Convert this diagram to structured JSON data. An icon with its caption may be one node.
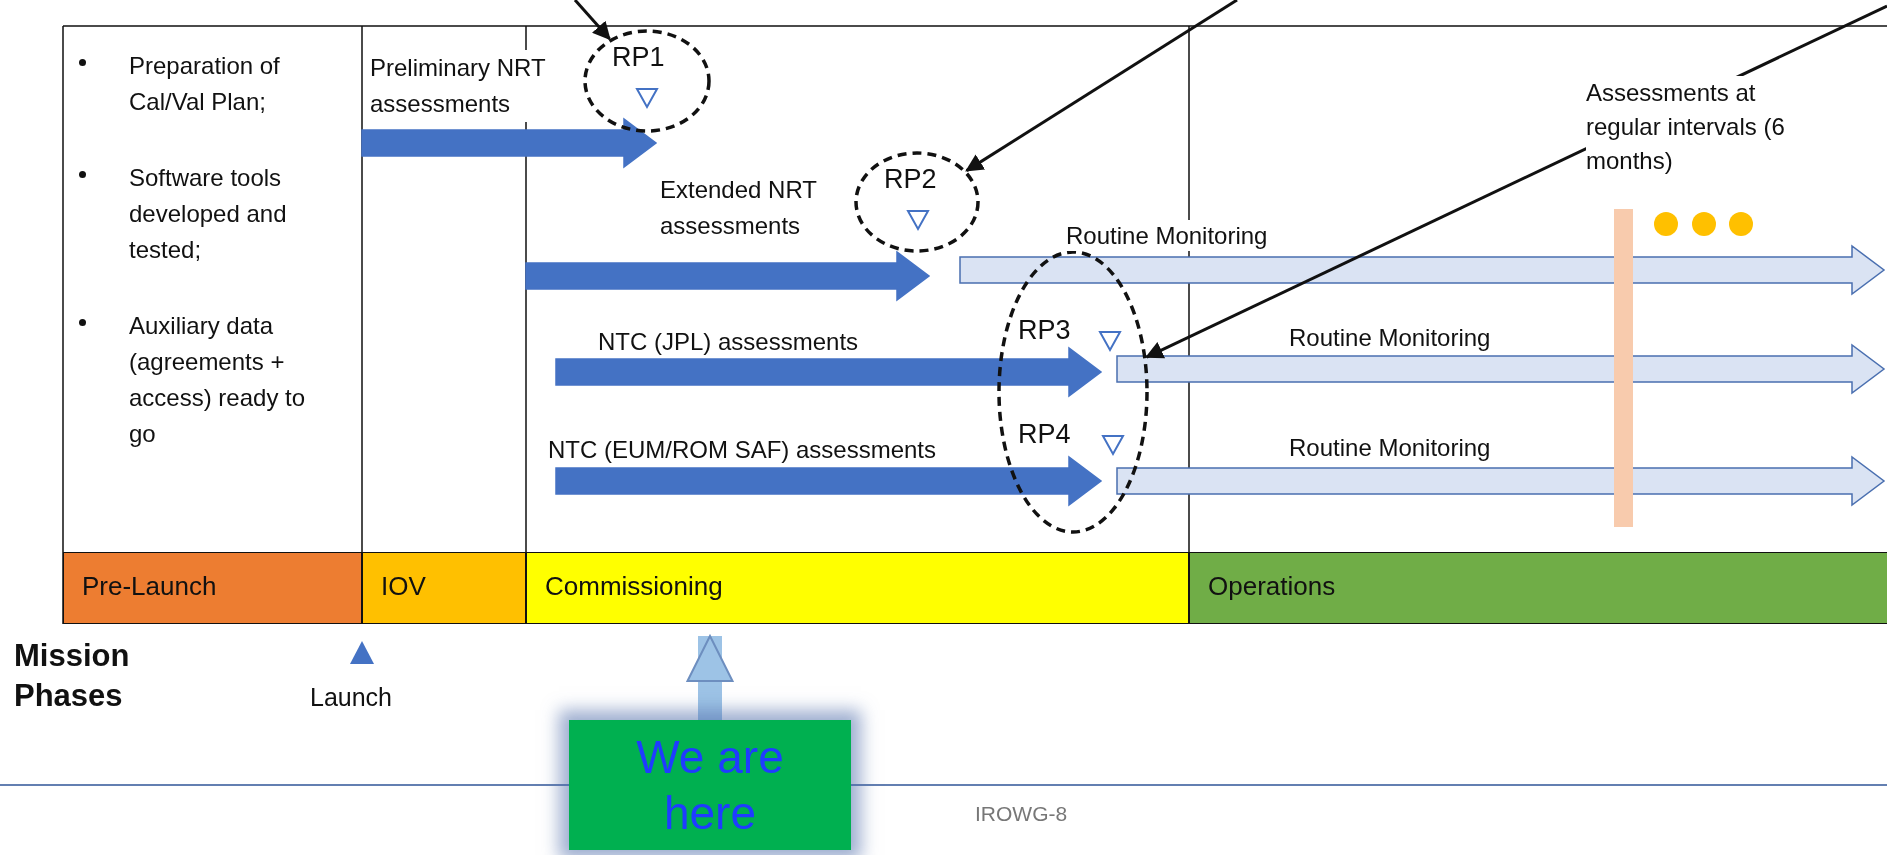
{
  "diagram": {
    "nodes": [
      {
        "text": [
          "RP1"
        ]
      },
      {
        "text": [
          "RP2"
        ]
      },
      {
        "text": [
          "RP3",
          "RP4"
        ]
      },
      {
        "text": [
          "Pre-Launch"
        ]
      },
      {
        "text": [
          "IOV"
        ]
      },
      {
        "text": [
          "Commissioning"
        ]
      },
      {
        "text": [
          "Operations"
        ]
      },
      {
        "text": [
          "We are here"
        ]
      },
      {
        "text": [],
        "shape": "bar"
      }
    ],
    "edges": [
      {
        "from": null,
        "to": 0,
        "arrow": "to"
      },
      {
        "from": null,
        "to": 1,
        "arrow": "to"
      },
      {
        "from": null,
        "to": 2,
        "arrow": "to"
      },
      {
        "from": 7,
        "to": 5,
        "arrow": "to",
        "style": "thick",
        "color": "#9dc3e6"
      }
    ],
    "labels": [
      "Preparation of Cal/Val Plan;",
      "Software tools developed and tested;",
      "Auxiliary data (agreements + access) ready to go",
      "Preliminary NRT assessments",
      "Assessments at regular intervals (6 months)",
      "Extended NRT assessments",
      "Routine Monitoring",
      "NTC (JPL) assessments",
      "Routine Monitoring",
      "NTC (EUM/ROM SAF) assessments",
      "Routine Monitoring",
      "Mission Phases",
      "Launch",
      "IROWG-8"
    ]
  }
}
